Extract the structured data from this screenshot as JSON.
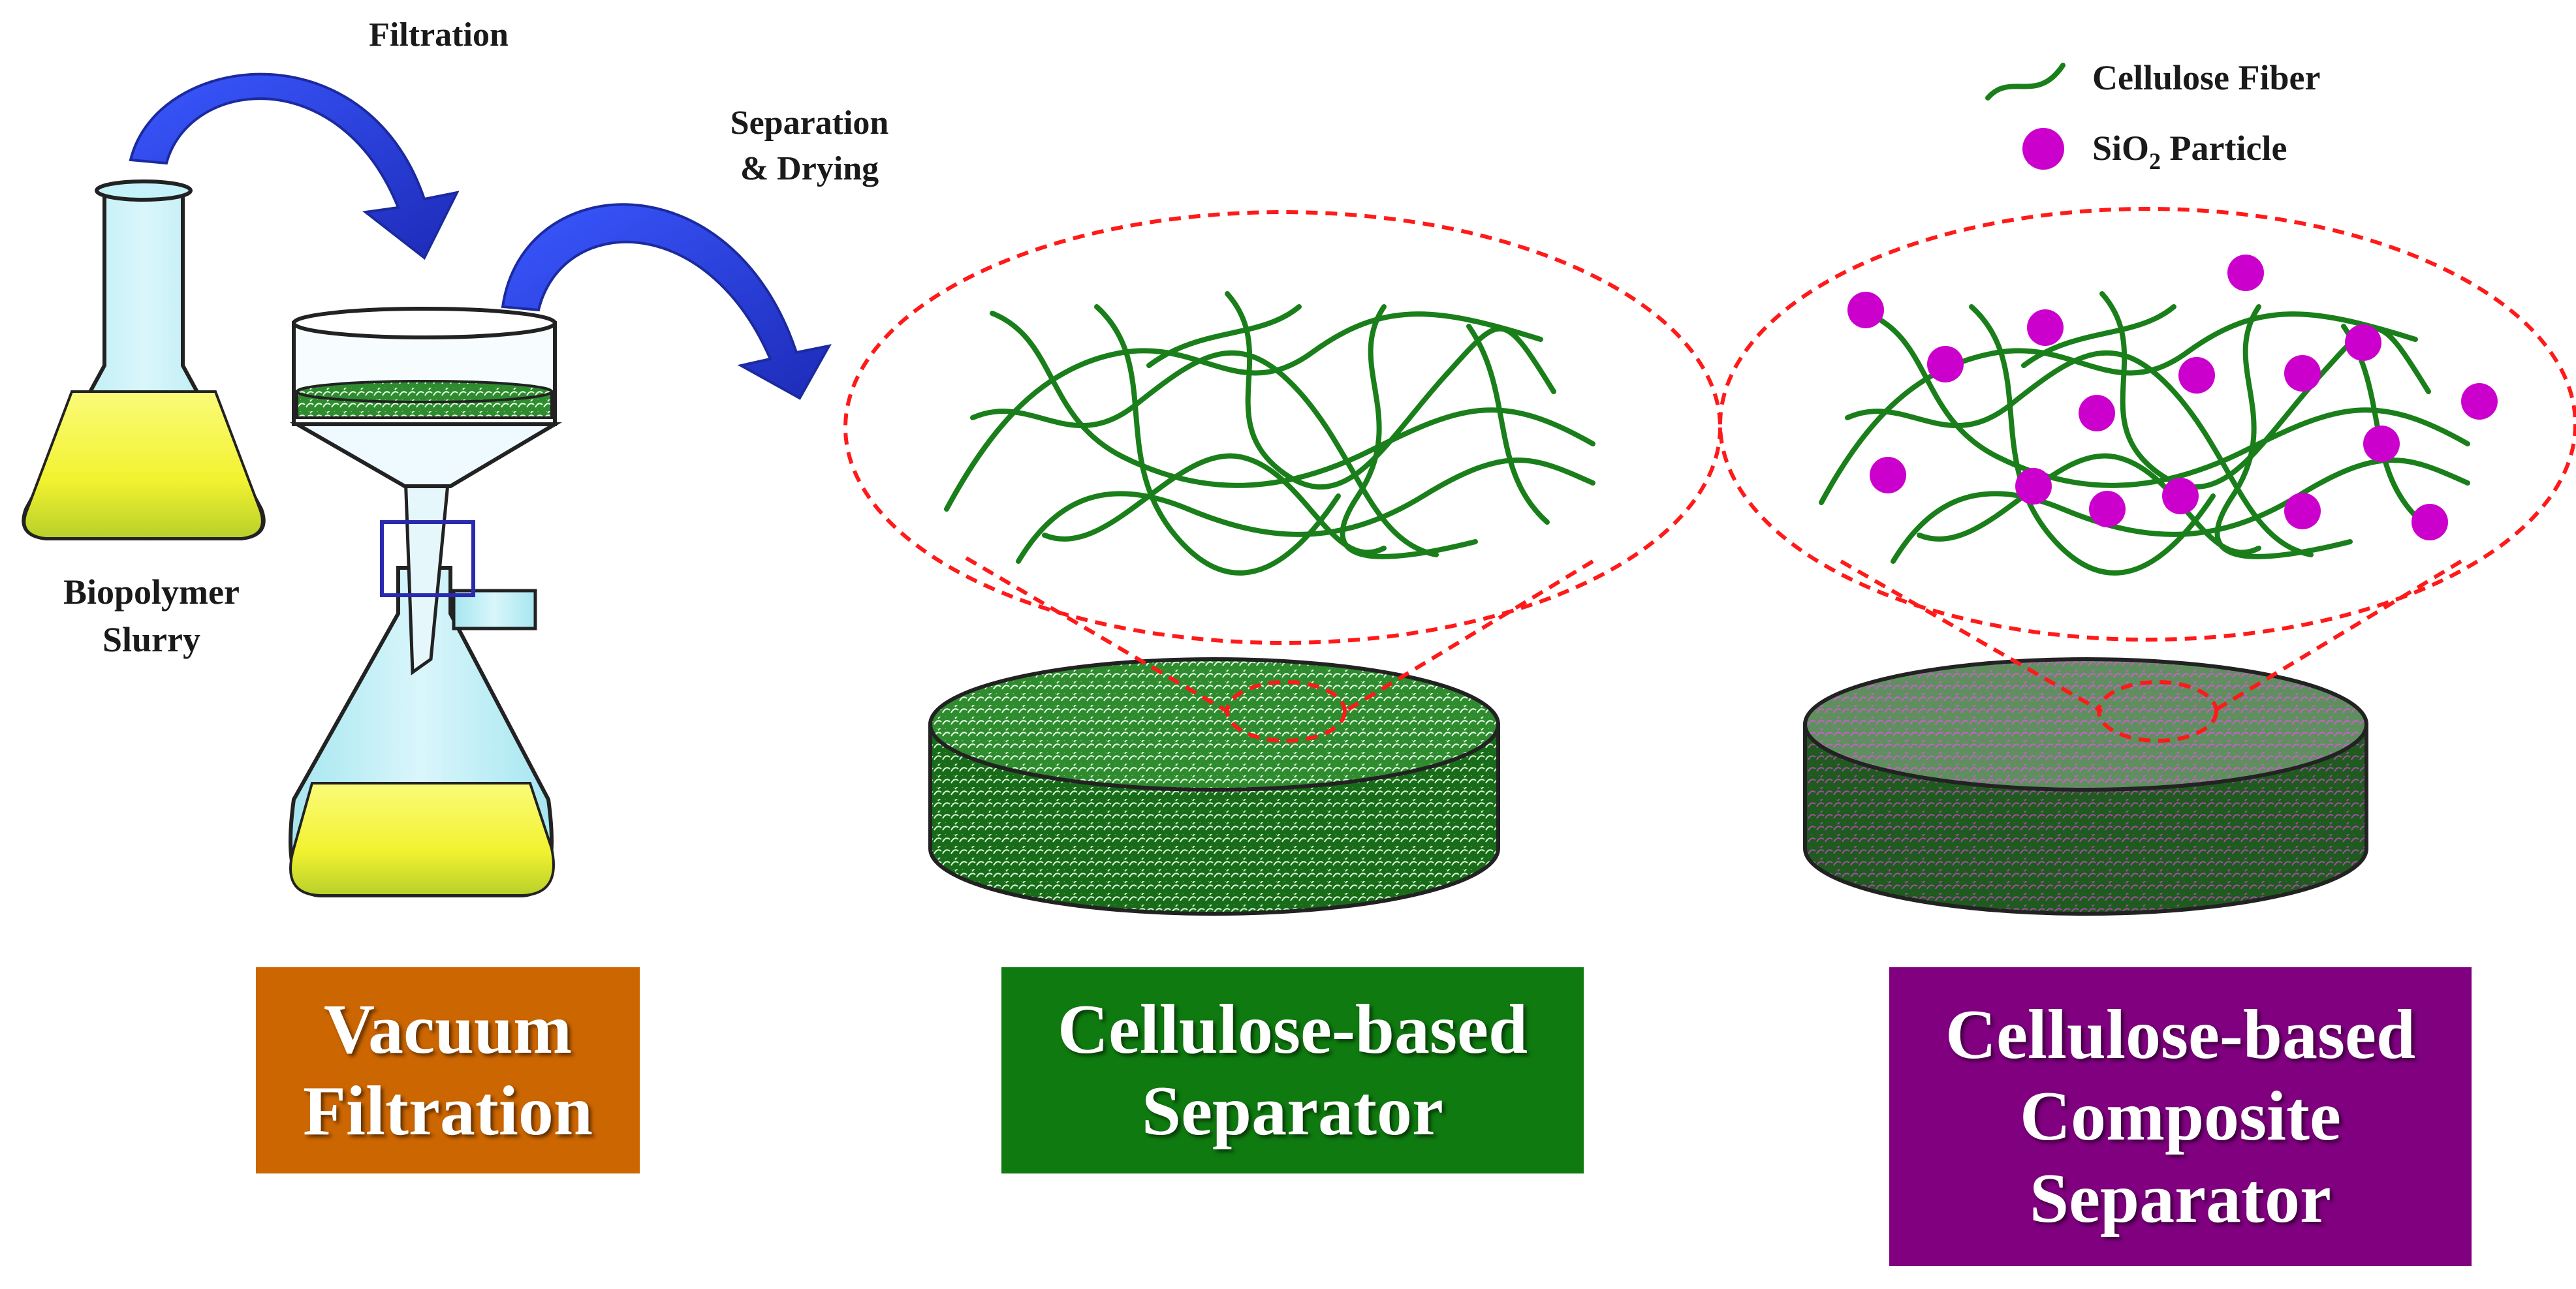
{
  "steps": {
    "filtration": "Filtration",
    "separation_line1": "Separation",
    "separation_line2": "& Drying",
    "slurry_line1": "Biopolymer",
    "slurry_line2": "Slurry"
  },
  "legend": {
    "fiber_label": "Cellulose Fiber",
    "particle_base": "SiO",
    "particle_sub": "2",
    "particle_rest": " Particle"
  },
  "boxes": {
    "vacuum": {
      "line1": "Vacuum",
      "line2": "Filtration"
    },
    "separator": {
      "line1": "Cellulose-based",
      "line2": "Separator"
    },
    "composite": {
      "line1": "Cellulose-based",
      "line2": "Composite",
      "line3": "Separator"
    }
  },
  "colors": {
    "vacuum_box": "#cc6600",
    "separator_box": "#0f7a0f",
    "composite_box": "#800080",
    "fiber": "#1a7f1a",
    "particle": "#cc00cc",
    "arrow": "#2f3fe0",
    "zoom_outline": "#ff1a1a",
    "slurry": "#f2f230"
  }
}
